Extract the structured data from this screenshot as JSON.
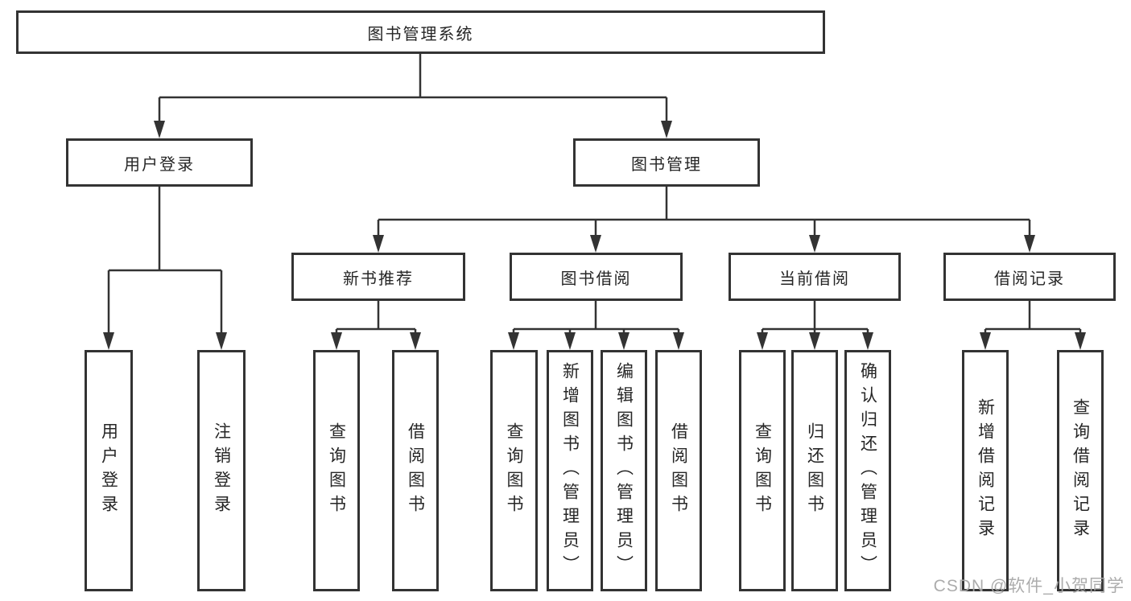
{
  "tree": {
    "root": "图书管理系统",
    "branches": [
      {
        "label": "用户登录",
        "children": [
          "用户登录",
          "注销登录"
        ]
      },
      {
        "label": "图书管理",
        "children": [
          {
            "label": "新书推荐",
            "children": [
              "查询图书",
              "借阅图书"
            ]
          },
          {
            "label": "图书借阅",
            "children": [
              "查询图书",
              "新增图书（管理员）",
              "编辑图书（管理员）",
              "借阅图书"
            ]
          },
          {
            "label": "当前借阅",
            "children": [
              "查询图书",
              "归还图书",
              "确认归还（管理员）"
            ]
          },
          {
            "label": "借阅记录",
            "children": [
              "新增借阅记录",
              "查询借阅记录"
            ]
          }
        ]
      }
    ]
  },
  "watermark": {
    "text": "CSDN @软件_小贺同学"
  },
  "colors": {
    "line": "#333333",
    "box_border": "#333333",
    "text": "#262626",
    "watermark": "#a8a8a8",
    "background": "#ffffff"
  }
}
